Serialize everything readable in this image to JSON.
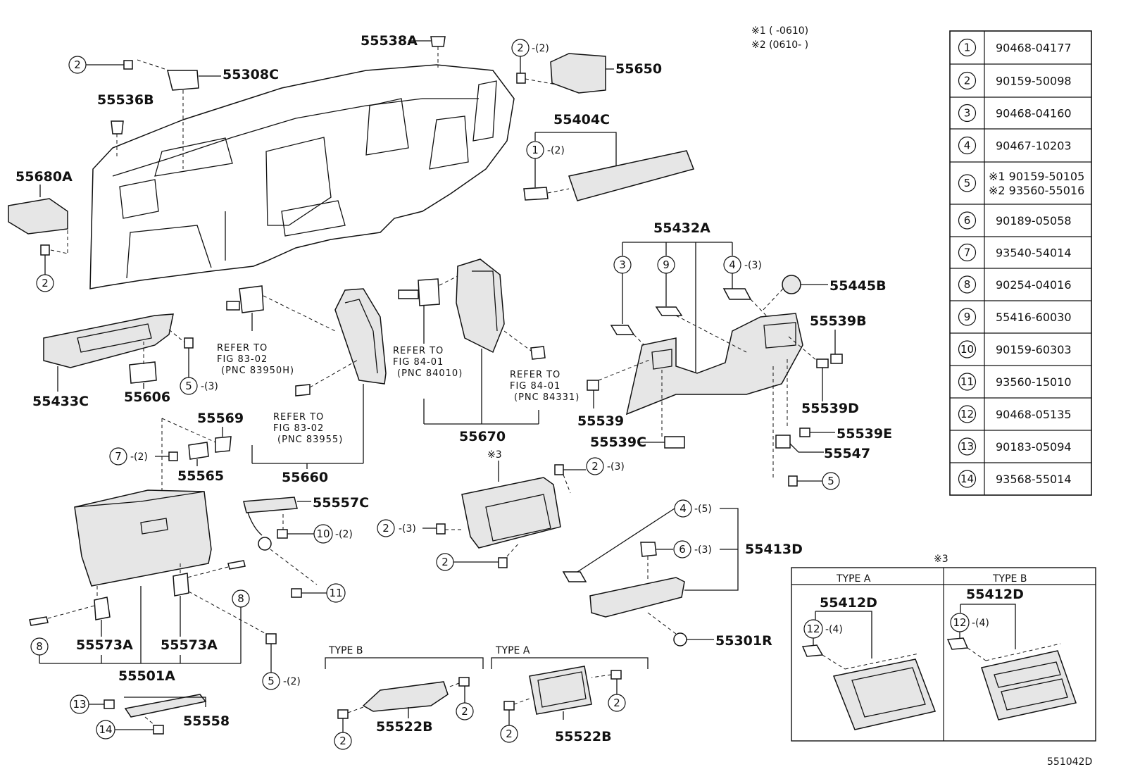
{
  "notes": {
    "n1": "※1 (      -0610)",
    "n2": "※2 (0610-      )",
    "star3": "※3",
    "star3b": "※3"
  },
  "doc_code": "551042D",
  "type_labels": {
    "b_left": "TYPE B",
    "a_left": "TYPE A",
    "a_box": "TYPE A",
    "b_box": "TYPE B"
  },
  "refs": {
    "r1": [
      "REFER TO",
      "FIG 83-02",
      "(PNC 83950H)"
    ],
    "r2": [
      "REFER TO",
      "FIG 83-02",
      "(PNC 83955)"
    ],
    "r3": [
      "REFER TO",
      "FIG 84-01",
      "(PNC 84010)"
    ],
    "r4": [
      "REFER TO",
      "FIG 84-01",
      "(PNC 84331)"
    ]
  },
  "parts": {
    "p55538A": "55538A",
    "p55308C": "55308C",
    "p55536B": "55536B",
    "p55680A": "55680A",
    "p55650": "55650",
    "p55404C": "55404C",
    "p55432A": "55432A",
    "p55445B": "55445B",
    "p55539B": "55539B",
    "p55539D": "55539D",
    "p55539": "55539",
    "p55539C": "55539C",
    "p55539E": "55539E",
    "p55547": "55547",
    "p55433C": "55433C",
    "p55606": "55606",
    "p55569": "55569",
    "p55565": "55565",
    "p55660": "55660",
    "p55670": "55670",
    "p55557C": "55557C",
    "p55413D": "55413D",
    "p55301R": "55301R",
    "p55501A": "55501A",
    "p55573A_1": "55573A",
    "p55573A_2": "55573A",
    "p55558": "55558",
    "p55522B_1": "55522B",
    "p55522B_2": "55522B",
    "p55412D_a": "55412D",
    "p55412D_b": "55412D"
  },
  "qty": {
    "q2a": "-(2)",
    "q1": "-(2)",
    "q4a": "-(3)",
    "q5a": "-(3)",
    "q7": "-(2)",
    "q2b": "-(3)",
    "q2c": "-(3)",
    "q10": "-(2)",
    "q4b": "-(5)",
    "q6": "-(3)",
    "q5b": "-(2)",
    "q12a": "-(4)",
    "q12b": "-(4)"
  },
  "fastener_table": [
    {
      "no": "1",
      "part": "90468-04177"
    },
    {
      "no": "2",
      "part": "90159-50098"
    },
    {
      "no": "3",
      "part": "90468-04160"
    },
    {
      "no": "4",
      "part": "90467-10203"
    },
    {
      "no": "5",
      "part": "※1 90159-50105",
      "part2": "※2 93560-55016"
    },
    {
      "no": "6",
      "part": "90189-05058"
    },
    {
      "no": "7",
      "part": "93540-54014"
    },
    {
      "no": "8",
      "part": "90254-04016"
    },
    {
      "no": "9",
      "part": "55416-60030"
    },
    {
      "no": "10",
      "part": "90159-60303"
    },
    {
      "no": "11",
      "part": "93560-15010"
    },
    {
      "no": "12",
      "part": "90468-05135"
    },
    {
      "no": "13",
      "part": "90183-05094"
    },
    {
      "no": "14",
      "part": "93568-55014"
    }
  ]
}
